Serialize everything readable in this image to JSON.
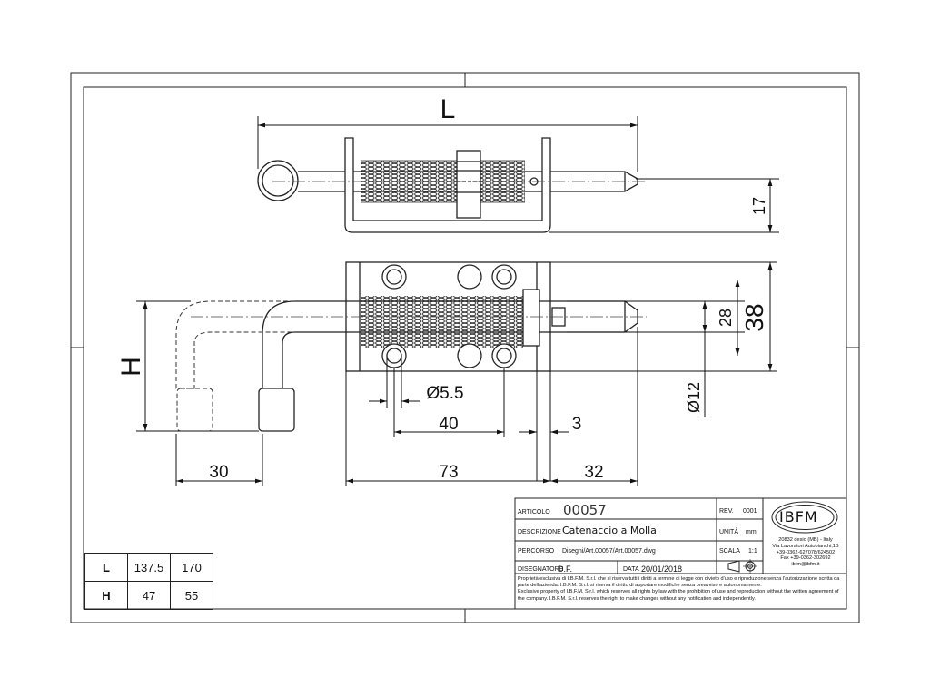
{
  "dimensions": {
    "L": "L",
    "H": "H",
    "d17": "17",
    "d28": "28",
    "d38": "38",
    "dia55": "Ø5.5",
    "dia12": "Ø12",
    "d40": "40",
    "d3": "3",
    "d30": "30",
    "d73": "73",
    "d32": "32"
  },
  "size_table": {
    "rows": [
      {
        "label": "L",
        "values": [
          "137.5",
          "170"
        ]
      },
      {
        "label": "H",
        "values": [
          "47",
          "55"
        ]
      }
    ]
  },
  "title_block": {
    "articolo_label": "ARTICOLO",
    "articolo_value": "00057",
    "rev_label": "REV.",
    "rev_value": "0001",
    "descrizione_label": "DESCRIZIONE",
    "descrizione_value": "Catenaccio a Molla",
    "unita_label": "UNITÀ",
    "unita_value": "mm",
    "percorso_label": "PERCORSO",
    "percorso_value": "Disegni/Art.00057/Art.00057.dwg",
    "scala_label": "SCALA",
    "scala_value": "1:1",
    "disegnatore_label": "DISEGNATORE",
    "disegnatore_value": "D.F.",
    "data_label": "DATA",
    "data_value": "20/01/2018",
    "logo": "IBFM",
    "address_lines": [
      "20832 desio (MB) - Italy",
      "Via Lavoratori Autobianchi,1B",
      "+39-0362-627078/624502",
      "Fax +39-0362-302692",
      "ibfm@ibfm.it"
    ],
    "notice_it": "Proprietà esclusiva di I.B.F.M. S.r.l. che si riserva tutti i diritti a termine di legge con divieto d'uso e riproduzione senza l'autorizzazione scritta da parte dell'azienda. I.B.F.M. S.r.l. si riserva il diritto di apportare modifiche senza preavviso e autonomamente.",
    "notice_en": "Exclusive property of I.B.F.M. S.r.l. which reserves all rights by law with the prohibition of use and reproduction without the written agreement of the company. I.B.F.M. S.r.l. reserves the right to make changes without any notification and independently."
  }
}
